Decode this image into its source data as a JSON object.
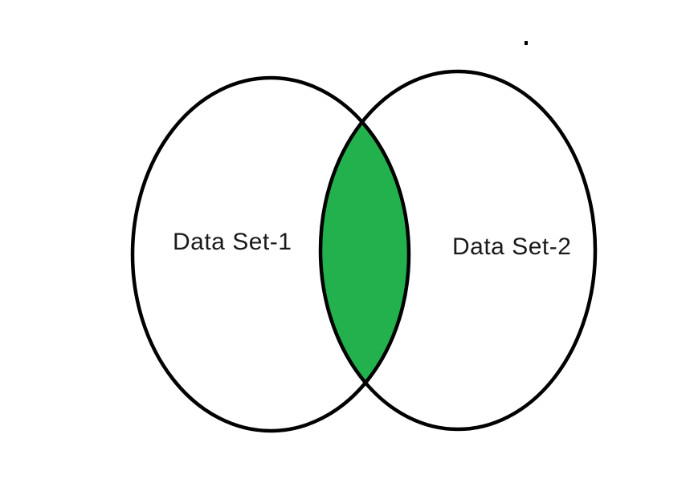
{
  "diagram": {
    "type": "venn",
    "sets": [
      {
        "label": "Data Set-1"
      },
      {
        "label": "Data Set-2"
      }
    ],
    "intersection": {
      "highlighted": true,
      "label": ""
    }
  },
  "colors": {
    "background": "#FFFFFF",
    "outline": "#000000",
    "intersection_fill": "#22B14C",
    "label_text": "#1A1A1A"
  }
}
